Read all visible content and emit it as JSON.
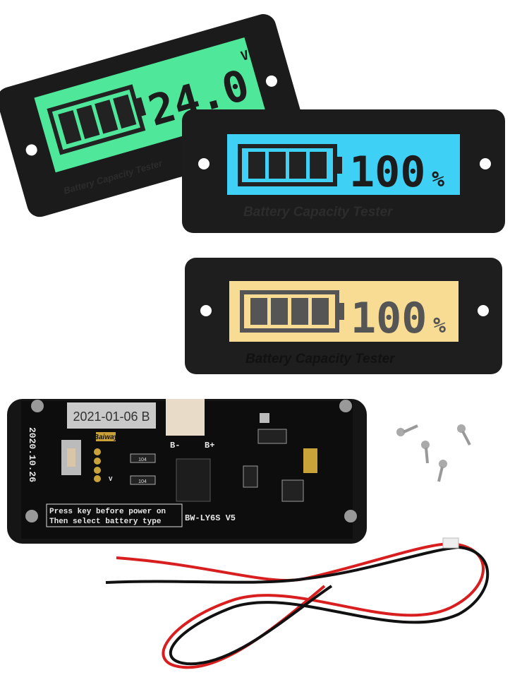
{
  "displays": [
    {
      "backlight": "green",
      "color": "#4fe89a",
      "reading": "24.0",
      "unit": "V",
      "label": "Battery Capacity Tester",
      "battery_bars": 4
    },
    {
      "backlight": "blue",
      "color": "#3fd0f5",
      "reading": "100",
      "unit": "%",
      "label": "Battery Capacity Tester",
      "battery_bars": 4
    },
    {
      "backlight": "amber",
      "color": "#f8dc94",
      "reading": "100",
      "unit": "%",
      "label": "Battery Capacity Tester",
      "battery_bars": 4
    }
  ],
  "pcb": {
    "sticker": "2021-01-06 B",
    "date_print": "2020.10.26",
    "brand": "Baiway",
    "connector_minus": "B-",
    "connector_plus": "B+",
    "resistor_a": "104",
    "resistor_b": "104",
    "pin_label": "V",
    "instruction_line1": "Press key before power on",
    "instruction_line2": "Then select battery type",
    "model": "BW-LY6S V5"
  },
  "accessories": {
    "screws": 4,
    "wire_colors": [
      "#d81e1e",
      "#111111"
    ]
  }
}
